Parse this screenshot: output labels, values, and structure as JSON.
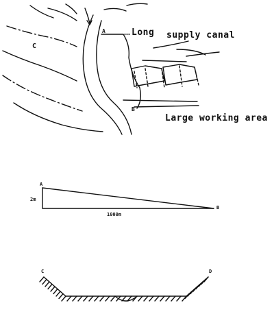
{
  "plan": {
    "label_long": "Long",
    "label_supply": "supply canal",
    "label_area": "Large working area",
    "point_a": "A",
    "point_b": "B",
    "label_c": "C"
  },
  "profile": {
    "point_a": "A",
    "point_b": "B",
    "height": "2m",
    "length": "1000m"
  },
  "section": {
    "point_c": "C",
    "point_d": "D"
  },
  "colors": {
    "ink": "#111111",
    "paper": "#ffffff"
  }
}
